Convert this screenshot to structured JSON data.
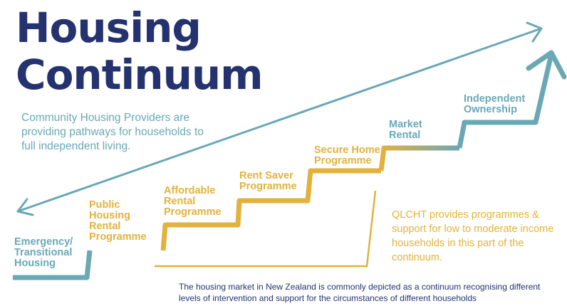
{
  "title_lines": [
    "Housing",
    "Continuum"
  ],
  "intro_text": "Community Housing Providers are providing pathways for households to full independent living.",
  "steps": [
    "Emergency/\nTransitional\nHousing",
    "Public\nHousing\nRental\nProgramme",
    "Affordable\nRental\nProgramme",
    "Rent Saver\nProgramme",
    "Secure Home\nProgramme",
    "Market\nRental",
    "Independent\nOwnership"
  ],
  "provides_text": "QLCHT provides programmes & support for low to moderate income households in this part of the continuum.",
  "caption_text": "The housing market in New Zealand is commonly depicted as a continuum recognising different levels of intervention and support for the circumstances of different households",
  "colors": {
    "navy": "#24326f",
    "teal": "#6aa8b6",
    "gold": "#e2b23c"
  }
}
